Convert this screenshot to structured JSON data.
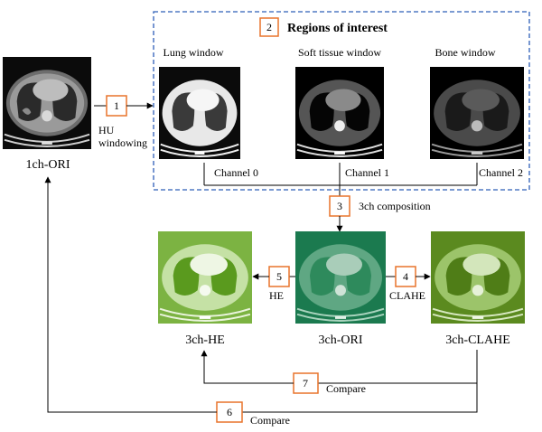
{
  "roi_box": {
    "number": "2",
    "title": "Regions of interest"
  },
  "windows": [
    {
      "title": "Lung window",
      "channel": "Channel 0"
    },
    {
      "title": "Soft tissue window",
      "channel": "Channel 1"
    },
    {
      "title": "Bone window",
      "channel": "Channel 2"
    }
  ],
  "steps": {
    "s1": {
      "number": "1",
      "label_line1": "HU",
      "label_line2": "windowing"
    },
    "s3": {
      "number": "3",
      "label": "3ch composition"
    },
    "s4": {
      "number": "4",
      "label": "CLAHE"
    },
    "s5": {
      "number": "5",
      "label": "HE"
    },
    "s6": {
      "number": "6",
      "label": "Compare"
    },
    "s7": {
      "number": "7",
      "label": "Compare"
    }
  },
  "images": {
    "ori1": "1ch-ORI",
    "he3": "3ch-HE",
    "ori3": "3ch-ORI",
    "clahe3": "3ch-CLAHE"
  },
  "colors": {
    "step_box": "#e8742b",
    "roi_border": "#2e5fb8",
    "he_green": "#8bc34a",
    "ori_teal": "#1f8a5f",
    "clahe_green": "#6f9a2c"
  }
}
